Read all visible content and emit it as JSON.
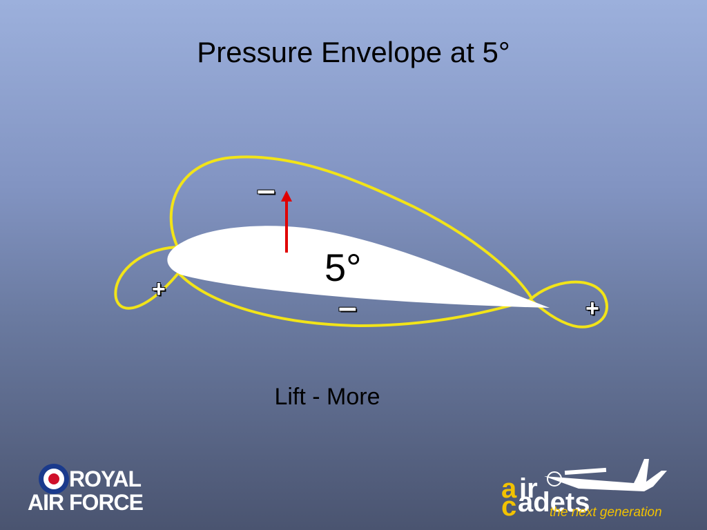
{
  "slide": {
    "title": "Pressure Envelope at 5°",
    "caption": "Lift - More"
  },
  "diagram": {
    "angle_label": "5°",
    "upper_sign": "–",
    "lower_sign": "–",
    "front_sign": "+",
    "rear_sign": "+",
    "colors": {
      "envelope": "#f2e418",
      "airfoil": "#ffffff",
      "lift_arrow": "#e00000"
    }
  },
  "logos": {
    "raf_line1": "ROYAL",
    "raf_line2": "AIR FORCE",
    "cadets_a": "a",
    "cadets_ir": "ir",
    "cadets_c": "c",
    "cadets_adets": "adets",
    "cadets_tagline": "the next generation"
  }
}
